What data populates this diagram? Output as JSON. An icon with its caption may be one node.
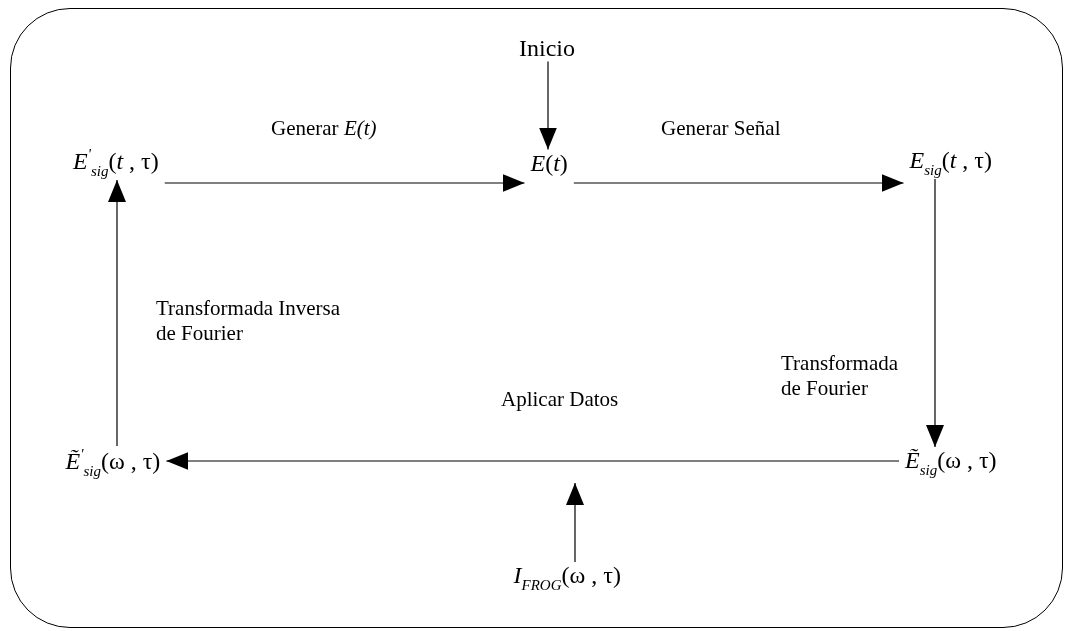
{
  "diagram": {
    "nodes": [
      {
        "text": [],
        "shape": "box"
      },
      {
        "text": [
          "Inicio"
        ],
        "in": 0
      },
      {
        "text": [
          "*E*(*t*)"
        ],
        "in": 0
      },
      {
        "text": [
          "*E*$^{'}$$_{sig}$(*t* , τ)"
        ],
        "in": 0
      },
      {
        "text": [
          "*E*$_{sig}$(*t* , τ)"
        ],
        "in": 0
      },
      {
        "text": [
          "*Ẽ*$_{sig}$(ω , τ)"
        ],
        "in": 0
      },
      {
        "text": [
          "*Ẽ*$^{'}$$_{sig}$(ω , τ)"
        ],
        "in": 0
      },
      {
        "text": [
          "*I*$_{FROG}$(ω , τ)"
        ],
        "in": 0
      }
    ],
    "edges": [
      {
        "from": 3,
        "to": 2,
        "arrow": "to",
        "label": "Generar *E(t)*"
      },
      {
        "from": 1,
        "to": 2,
        "arrow": "to"
      },
      {
        "from": 2,
        "to": 4,
        "arrow": "to",
        "label": "Generar Señal"
      },
      {
        "from": 4,
        "to": 5,
        "arrow": "to",
        "label": "Transformada de Fourier"
      },
      {
        "from": 5,
        "to": 6,
        "arrow": "to",
        "label": "Aplicar Datos"
      },
      {
        "from": 7,
        "to": null,
        "arrow": "to"
      },
      {
        "from": 6,
        "to": 3,
        "arrow": "to",
        "label": "Transformada Inversa de Fourier"
      }
    ]
  }
}
